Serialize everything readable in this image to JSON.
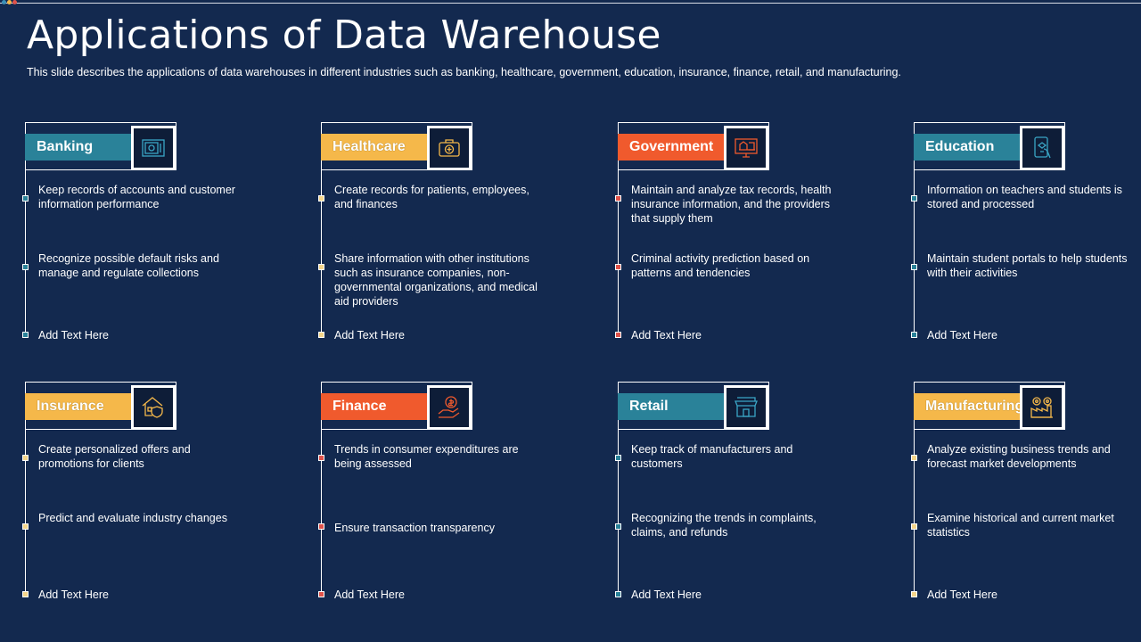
{
  "title": "Applications of Data Warehouse",
  "subtitle": "This slide describes the applications of data warehouses in different industries such as banking, healthcare, government,  education, insurance, finance, retail, and manufacturing.",
  "colors": {
    "background": "#13294f",
    "teal": "#2a8299",
    "yellow": "#f5b84a",
    "orange": "#f05a2d",
    "red": "#e0524a"
  },
  "cards": [
    {
      "label": "Banking",
      "icon": "safe-icon",
      "items": [
        "Keep records of accounts and customer information  performance",
        "Recognize possible default risks and manage and regulate collections",
        "Add Text Here"
      ]
    },
    {
      "label": "Healthcare",
      "icon": "medical-kit-icon",
      "items": [
        "Create records for patients, employees, and finances",
        "Share information with other institutions such as insurance companies, non-governmental  organizations, and medical aid providers",
        "Add Text Here"
      ]
    },
    {
      "label": "Government",
      "icon": "government-monitor-icon",
      "items": [
        "Maintain and analyze tax records, health insurance information, and the providers  that supply them",
        "Criminal activity prediction based on patterns and tendencies",
        "Add Text Here"
      ]
    },
    {
      "label": "Education",
      "icon": "tablet-education-icon",
      "items": [
        "Information  on teachers and students is stored and processed",
        "Maintain student portals to help students with their activities",
        "Add Text Here"
      ]
    },
    {
      "label": "Insurance",
      "icon": "house-shield-icon",
      "items": [
        "Create personalized offers and promotions for clients",
        "Predict and evaluate industry changes",
        "Add Text Here"
      ]
    },
    {
      "label": "Finance",
      "icon": "hand-coin-icon",
      "items": [
        "Trends in consumer expenditures are being assessed",
        "Ensure transaction transparency",
        "Add Text Here"
      ]
    },
    {
      "label": "Retail",
      "icon": "storefront-icon",
      "items": [
        "Keep track of manufacturers and customers",
        "Recognizing the trends in complaints, claims, and refunds",
        "Add Text Here"
      ]
    },
    {
      "label": "Manufacturing",
      "icon": "factory-gears-icon",
      "items": [
        "Analyze existing business trends and forecast market developments",
        "Examine historical and current market statistics",
        "Add Text Here"
      ]
    }
  ]
}
